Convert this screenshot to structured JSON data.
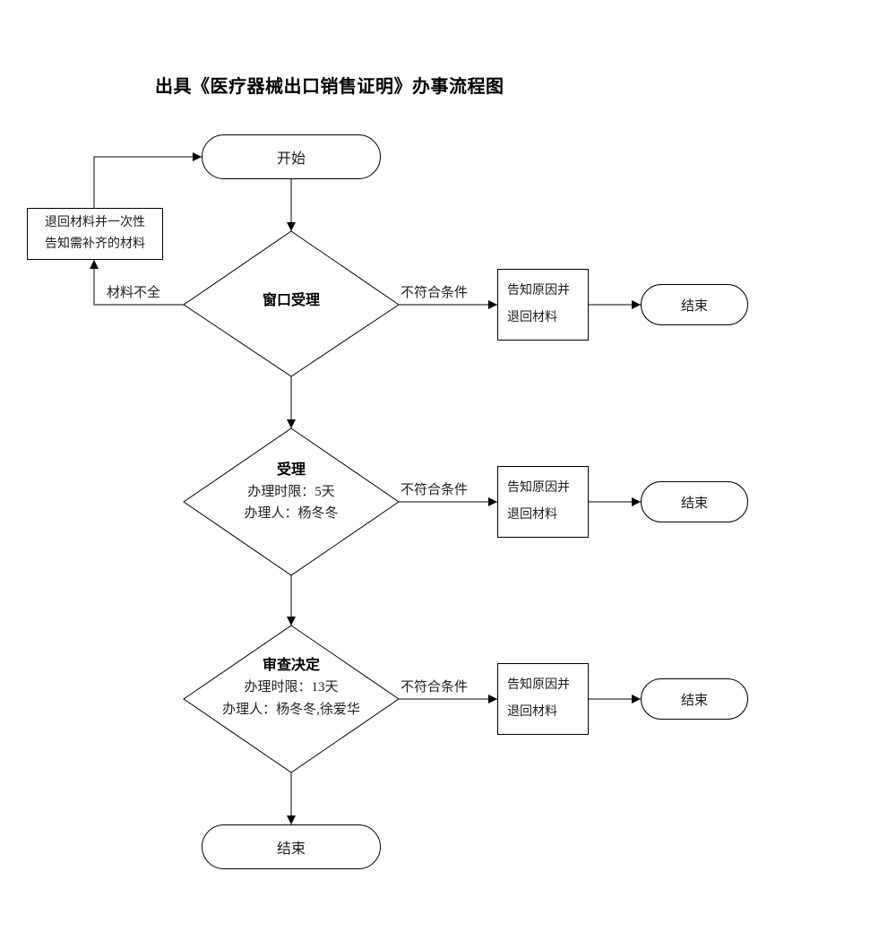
{
  "page": {
    "title": "出具《医疗器械出口销售证明》办事流程图",
    "colors": {
      "stroke": "#000000",
      "background": "#ffffff"
    }
  },
  "flow": {
    "start": {
      "label": "开始"
    },
    "return_box": {
      "lines": [
        "退回材料并一次性",
        "告知需补齐的材料"
      ]
    },
    "incomplete_label": "材料不全",
    "decisions": [
      {
        "title": "窗口受理"
      },
      {
        "title": "受理",
        "time_limit": "办理时限：5天",
        "handler": "办理人：杨冬冬"
      },
      {
        "title": "审查决定",
        "time_limit": "办理时限：13天",
        "handler": "办理人：杨冬冬,徐爱华"
      }
    ],
    "rows": [
      {
        "condition_label": "不符合条件",
        "notify_lines": [
          "告知原因并",
          "退回材料"
        ],
        "end_label": "结束"
      },
      {
        "condition_label": "不符合条件",
        "notify_lines": [
          "告知原因并",
          "退回材料"
        ],
        "end_label": "结束"
      },
      {
        "condition_label": "不符合条件",
        "notify_lines": [
          "告知原因并",
          "退回材料"
        ],
        "end_label": "结束"
      }
    ],
    "final_end": {
      "label": "结束"
    }
  }
}
